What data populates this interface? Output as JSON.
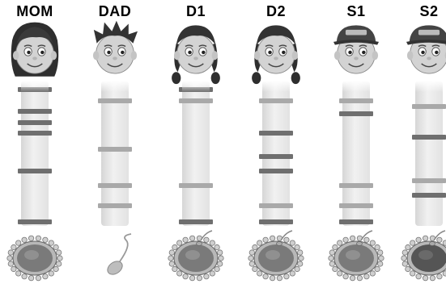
{
  "members": [
    {
      "id": "mom",
      "label": "MOM",
      "hair": "long",
      "cell": "egg",
      "bands": [
        {
          "pos": 0.06,
          "tone": "dark"
        },
        {
          "pos": 0.21,
          "tone": "dark"
        },
        {
          "pos": 0.29,
          "tone": "dark"
        },
        {
          "pos": 0.36,
          "tone": "dark"
        },
        {
          "pos": 0.62,
          "tone": "dark"
        },
        {
          "pos": 0.97,
          "tone": "dark"
        }
      ]
    },
    {
      "id": "dad",
      "label": "DAD",
      "hair": "spiky",
      "cell": "sperm",
      "bands": [
        {
          "pos": 0.14,
          "tone": "light"
        },
        {
          "pos": 0.47,
          "tone": "light"
        },
        {
          "pos": 0.72,
          "tone": "light"
        },
        {
          "pos": 0.86,
          "tone": "light"
        }
      ]
    },
    {
      "id": "d1",
      "label": "D1",
      "hair": "pigtails",
      "cell": "fertilized-egg",
      "bands": [
        {
          "pos": 0.06,
          "tone": "dark"
        },
        {
          "pos": 0.14,
          "tone": "light"
        },
        {
          "pos": 0.72,
          "tone": "light"
        },
        {
          "pos": 0.97,
          "tone": "dark"
        }
      ]
    },
    {
      "id": "d2",
      "label": "D2",
      "hair": "pigtails",
      "cell": "fertilized-egg",
      "bands": [
        {
          "pos": 0.14,
          "tone": "light"
        },
        {
          "pos": 0.36,
          "tone": "dark"
        },
        {
          "pos": 0.52,
          "tone": "dark"
        },
        {
          "pos": 0.62,
          "tone": "dark"
        },
        {
          "pos": 0.86,
          "tone": "light"
        },
        {
          "pos": 0.97,
          "tone": "dark"
        }
      ]
    },
    {
      "id": "s1",
      "label": "S1",
      "hair": "cap",
      "cell": "fertilized-egg",
      "bands": [
        {
          "pos": 0.14,
          "tone": "light"
        },
        {
          "pos": 0.23,
          "tone": "dark"
        },
        {
          "pos": 0.72,
          "tone": "light"
        },
        {
          "pos": 0.86,
          "tone": "light"
        },
        {
          "pos": 0.97,
          "tone": "dark"
        }
      ]
    },
    {
      "id": "s2",
      "label": "S2",
      "hair": "cap",
      "cell": "fertilized-egg-dark",
      "bands": [
        {
          "pos": 0.18,
          "tone": "light"
        },
        {
          "pos": 0.39,
          "tone": "dark"
        },
        {
          "pos": 0.69,
          "tone": "light"
        },
        {
          "pos": 0.79,
          "tone": "dark"
        }
      ]
    }
  ]
}
